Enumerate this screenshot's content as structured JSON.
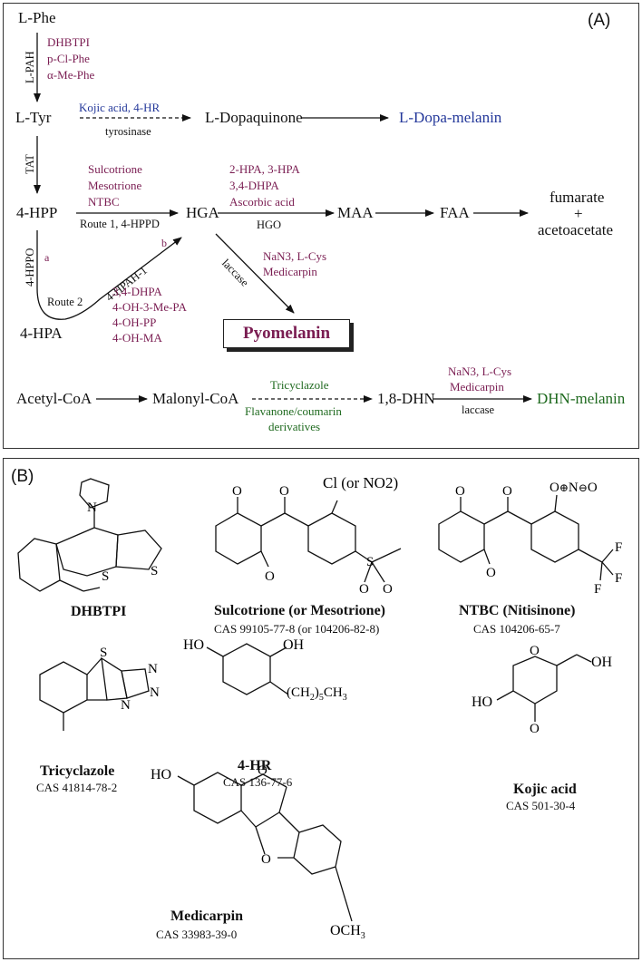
{
  "panelA": {
    "label": "(A)",
    "metabolites": {
      "lphe": "L-Phe",
      "ltyr": "L-Tyr",
      "ldopaquinone": "L-Dopaquinone",
      "ldopamelanin": "L-Dopa-melanin",
      "hpp": "4-HPP",
      "hga": "HGA",
      "maa": "MAA",
      "faa": "FAA",
      "fumarate": "fumarate",
      "plus": "+",
      "acetoacetate": "acetoacetate",
      "hpa": "4-HPA",
      "pyomelanin": "Pyomelanin",
      "acetylcoa": "Acetyl-CoA",
      "malonylcoa": "Malonyl-CoA",
      "dhn": "1,8-DHN",
      "dhnmelanin": "DHN-melanin"
    },
    "enzymes": {
      "lpah": "L-PAH",
      "tyrosinase": "tyrosinase",
      "tat": "TAT",
      "route1": "Route 1, 4-HPPD",
      "hgo": "HGO",
      "hppo": "4-HPPO",
      "route2": "Route 2",
      "hpah1": "4-HPAH-1",
      "laccase1": "laccase",
      "laccase2": "laccase",
      "route_a": "a",
      "route_b": "b"
    },
    "inhibitors": {
      "pah": [
        "DHBTPI",
        "p-Cl-Phe",
        "α-Me-Phe"
      ],
      "tyrosinase": "Kojic acid, 4-HR",
      "hppd": [
        "Sulcotrione",
        "Mesotrione",
        "NTBC"
      ],
      "hgo": [
        "2-HPA, 3-HPA",
        "3,4-DHPA",
        "Ascorbic acid"
      ],
      "laccase_pyo": [
        "NaN3, L-Cys",
        "Medicarpin"
      ],
      "hpah": [
        "3,4-DHPA",
        "4-OH-3-Me-PA",
        "4-OH-PP",
        "4-OH-MA"
      ],
      "dhn_pathway": "Tricyclazole",
      "dhn_pathway2": [
        "Flavanone/coumarin",
        "derivatives"
      ],
      "laccase_dhn": [
        "NaN3, L-Cys",
        "Medicarpin"
      ]
    },
    "colors": {
      "inhibitor": "#7a1d52",
      "tyrosinase_path": "#24389a",
      "dhn_path": "#1f6a1f"
    }
  },
  "panelB": {
    "label": "(B)",
    "compounds": [
      {
        "name": "DHBTPI",
        "cas": ""
      },
      {
        "name": "Sulcotrione (or Mesotrione)",
        "cas": "CAS 99105-77-8 (or 104206-82-8)",
        "substituent": "Cl (or NO2)"
      },
      {
        "name": "NTBC (Nitisinone)",
        "cas": "CAS 104206-65-7"
      },
      {
        "name": "Tricyclazole",
        "cas": "CAS 41814-78-2"
      },
      {
        "name": "4-HR",
        "cas": "CAS 136-77-6"
      },
      {
        "name": "Kojic acid",
        "cas": "CAS 501-30-4"
      },
      {
        "name": "Medicarpin",
        "cas": "CAS 33983-39-0"
      }
    ]
  }
}
